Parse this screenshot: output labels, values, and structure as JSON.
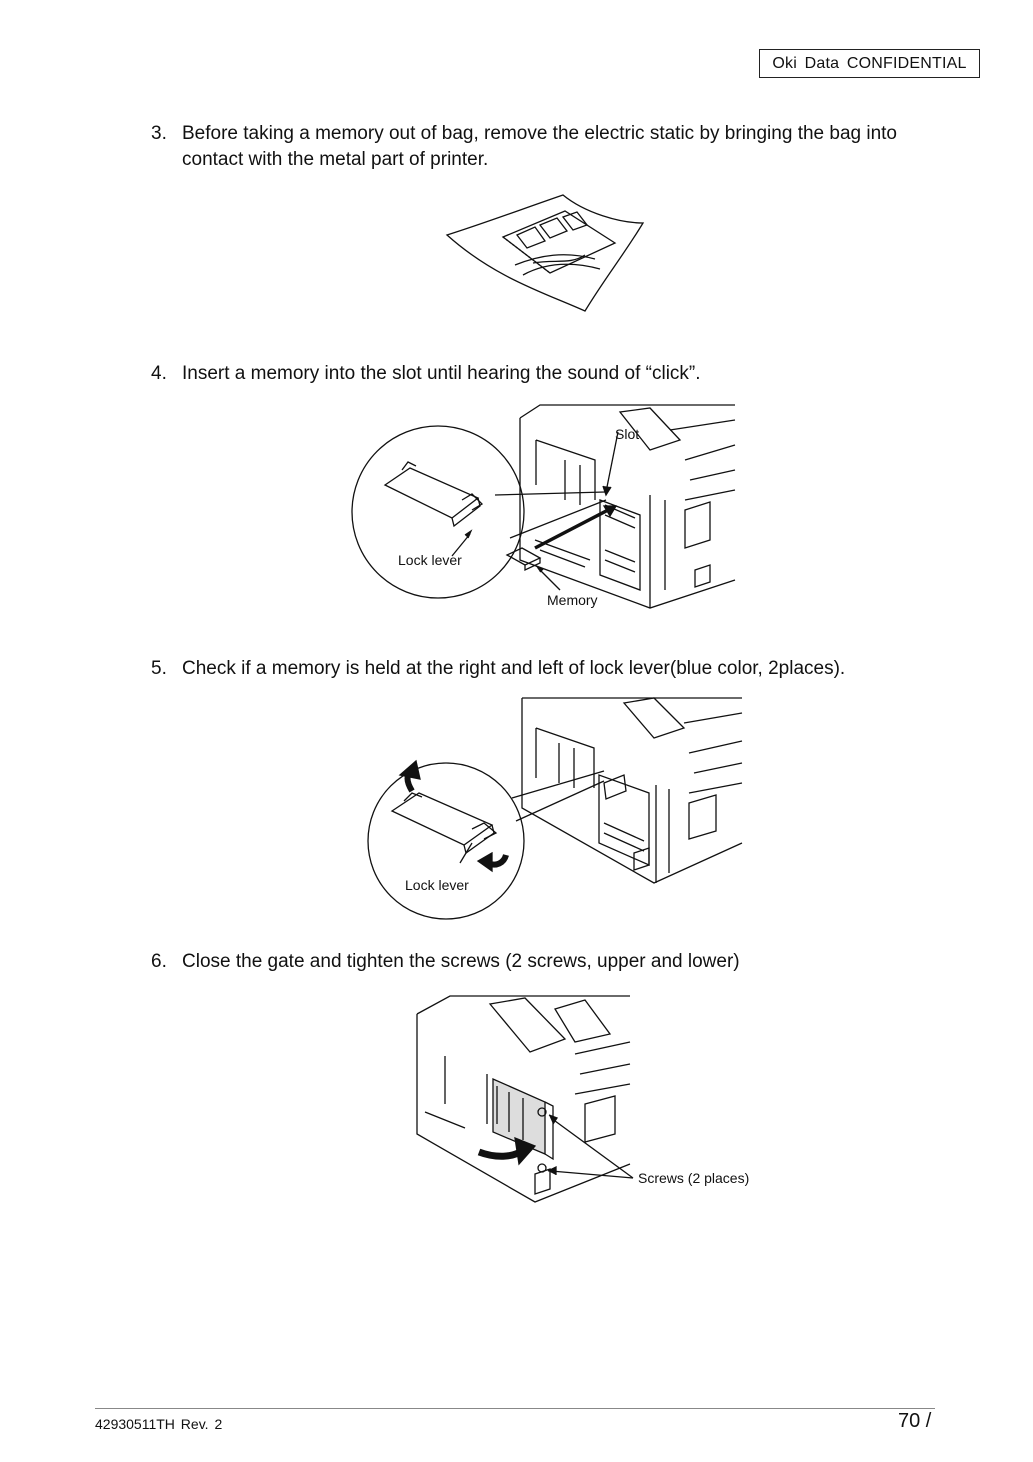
{
  "header": {
    "confidential_badge": "Oki  Data  CONFIDENTIAL"
  },
  "steps": [
    {
      "number": "3.",
      "text": "Before taking a memory out of bag, remove the electric static by bringing the bag into contact with the metal part of printer."
    },
    {
      "number": "4.",
      "text": "Insert a memory into the slot until hearing the sound of “click”."
    },
    {
      "number": "5.",
      "text": "Check if a memory is held at the right and left of lock lever(blue color, 2places)."
    },
    {
      "number": "6.",
      "text": "Close the gate and tighten the screws (2 screws, upper and lower)"
    }
  ],
  "figures": {
    "fig4": {
      "slot": "Slot",
      "lock_lever": "Lock lever",
      "memory": "Memory"
    },
    "fig5": {
      "lock_lever": "Lock lever"
    },
    "fig6": {
      "screws": "Screws (2 places)"
    }
  },
  "footer": {
    "doc_id": "42930511TH  Rev. 2",
    "page": "70 /"
  }
}
